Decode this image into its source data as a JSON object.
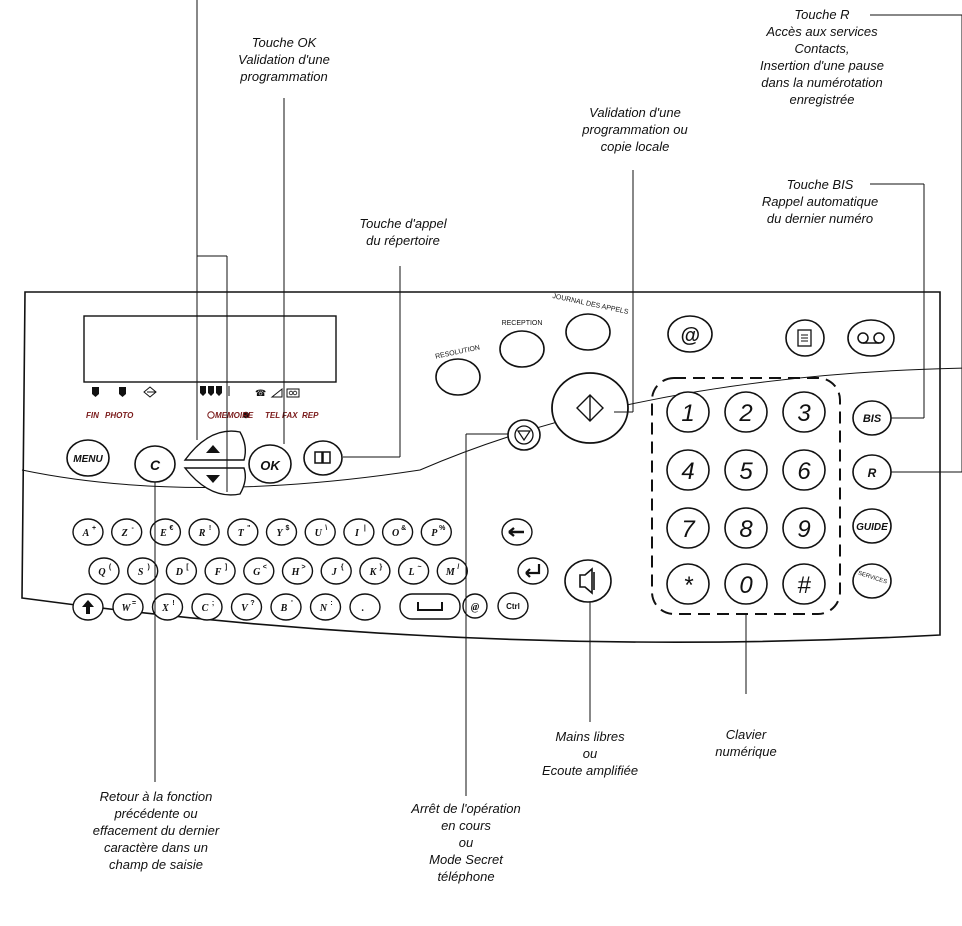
{
  "callouts": {
    "ok": [
      "Touche OK",
      "Validation d'une",
      "programmation"
    ],
    "touche_r": [
      "Touche R",
      "Accès aux services",
      "Contacts,",
      "Insertion d'une pause",
      "dans la numérotation",
      "enregistrée"
    ],
    "start": [
      "Validation d'une",
      "programmation ou",
      "copie locale"
    ],
    "bis": [
      "Touche BIS",
      "Rappel automatique",
      "du dernier numéro"
    ],
    "repertoire": [
      "Touche  d'appel",
      "du répertoire"
    ],
    "mains_libres": [
      "Mains libres",
      "ou",
      "Ecoute amplifiée"
    ],
    "clavier": [
      "Clavier",
      "numérique"
    ],
    "retour": [
      "Retour à la fonction",
      "précédente ou",
      "effacement du dernier",
      "caractère dans un",
      "champ de saisie"
    ],
    "arret": [
      "Arrêt de l'opération",
      "en cours",
      "ou",
      "Mode Secret",
      "téléphone"
    ]
  },
  "panel": {
    "lcd_labels": [
      "FIN",
      "PHOTO",
      "MEMOIRE",
      "TEL",
      "FAX",
      "REP"
    ],
    "menu": "MENU",
    "c": "C",
    "ok": "OK",
    "resolution": "RESOLUTION",
    "reception": "RECEPTION",
    "journal": "JOURNAL DES APPELS",
    "at": "@",
    "bis": "BIS",
    "r": "R",
    "guide": "GUIDE",
    "services": "SERVICES",
    "ctrl": "Ctrl"
  },
  "numpad": [
    "1",
    "2",
    "3",
    "4",
    "5",
    "6",
    "7",
    "8",
    "9",
    "*",
    "0",
    "#"
  ],
  "keyboard": {
    "row1": [
      [
        "A",
        "+"
      ],
      [
        "Z",
        "-"
      ],
      [
        "E",
        "€"
      ],
      [
        "R",
        "!"
      ],
      [
        "T",
        "\""
      ],
      [
        "Y",
        "$"
      ],
      [
        "U",
        "\\"
      ],
      [
        "I",
        "|"
      ],
      [
        "O",
        "&"
      ],
      [
        "P",
        "%"
      ]
    ],
    "row2": [
      [
        "Q",
        "("
      ],
      [
        "S",
        ")"
      ],
      [
        "D",
        "["
      ],
      [
        "F",
        "]"
      ],
      [
        "G",
        "<"
      ],
      [
        "H",
        ">"
      ],
      [
        "J",
        "{"
      ],
      [
        "K",
        "}"
      ],
      [
        "L",
        "~"
      ],
      [
        "M",
        "/"
      ]
    ],
    "row3": [
      [
        "W",
        "="
      ],
      [
        "X",
        "!"
      ],
      [
        "C",
        ";"
      ],
      [
        "V",
        "?"
      ],
      [
        "B",
        "'"
      ],
      [
        "N",
        ":"
      ],
      [
        ".",
        ""
      ]
    ]
  },
  "icons": [
    "up-arrow-icon",
    "down-arrow-icon",
    "book-icon",
    "start-diamond-icon",
    "stop-icon",
    "speaker-icon",
    "document-icon",
    "tape-icon",
    "shift-arrow-icon",
    "backspace-arrow-icon",
    "enter-arrow-icon",
    "space-bar-icon"
  ]
}
